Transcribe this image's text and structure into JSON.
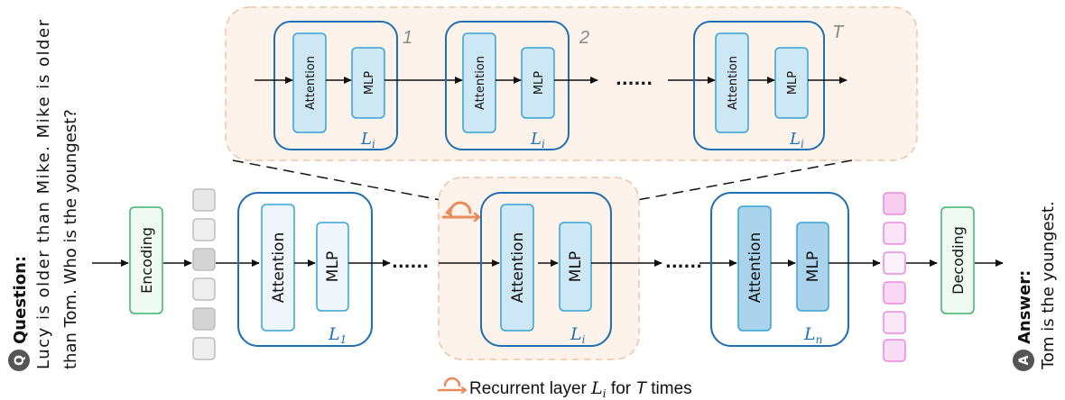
{
  "question": {
    "icon": "Q",
    "title": "Question:",
    "line1": "Lucy is older than Mike. Mike is older",
    "line2": "than Tom. Who is the youngest?"
  },
  "answer": {
    "icon": "A",
    "title": "Answer:",
    "text": "Tom is the youngest."
  },
  "encoding_label": "Encoding",
  "decoding_label": "Decoding",
  "layers": [
    {
      "attention": "Attention",
      "mlp": "MLP",
      "name": "L",
      "sub": "1"
    },
    {
      "attention": "Attention",
      "mlp": "MLP",
      "name": "L",
      "sub": "i"
    },
    {
      "attention": "Attention",
      "mlp": "MLP",
      "name": "L",
      "sub": "n"
    }
  ],
  "unrolled": {
    "steps": [
      {
        "index": "1",
        "attention": "Attention",
        "mlp": "MLP",
        "name": "L",
        "sub": "i"
      },
      {
        "index": "2",
        "attention": "Attention",
        "mlp": "MLP",
        "name": "L",
        "sub": "i"
      },
      {
        "index": "T",
        "attention": "Attention",
        "mlp": "MLP",
        "name": "L",
        "sub": "i"
      }
    ],
    "ellipsis": "......"
  },
  "ellipsis": "......",
  "caption": {
    "prefix": "Recurrent layer ",
    "var": "L",
    "sub": "i",
    "middle": " for ",
    "times_var": "T",
    "suffix": " times"
  },
  "colors": {
    "layer_border": "#1f6fb2",
    "attn_light": "#eef6fb",
    "attn_mid": "#cde8f4",
    "attn_dark": "#a9d4ec",
    "recurrent_bg": "#fdf3ea",
    "recurrent_border": "#f0c4a4",
    "recurrent_icon": "#e98a5a",
    "enc_border": "#3bb46a",
    "enc_bg": "#eefaf2",
    "token_gray": "#bdbdbd",
    "token_pink": "#e88ae0"
  }
}
